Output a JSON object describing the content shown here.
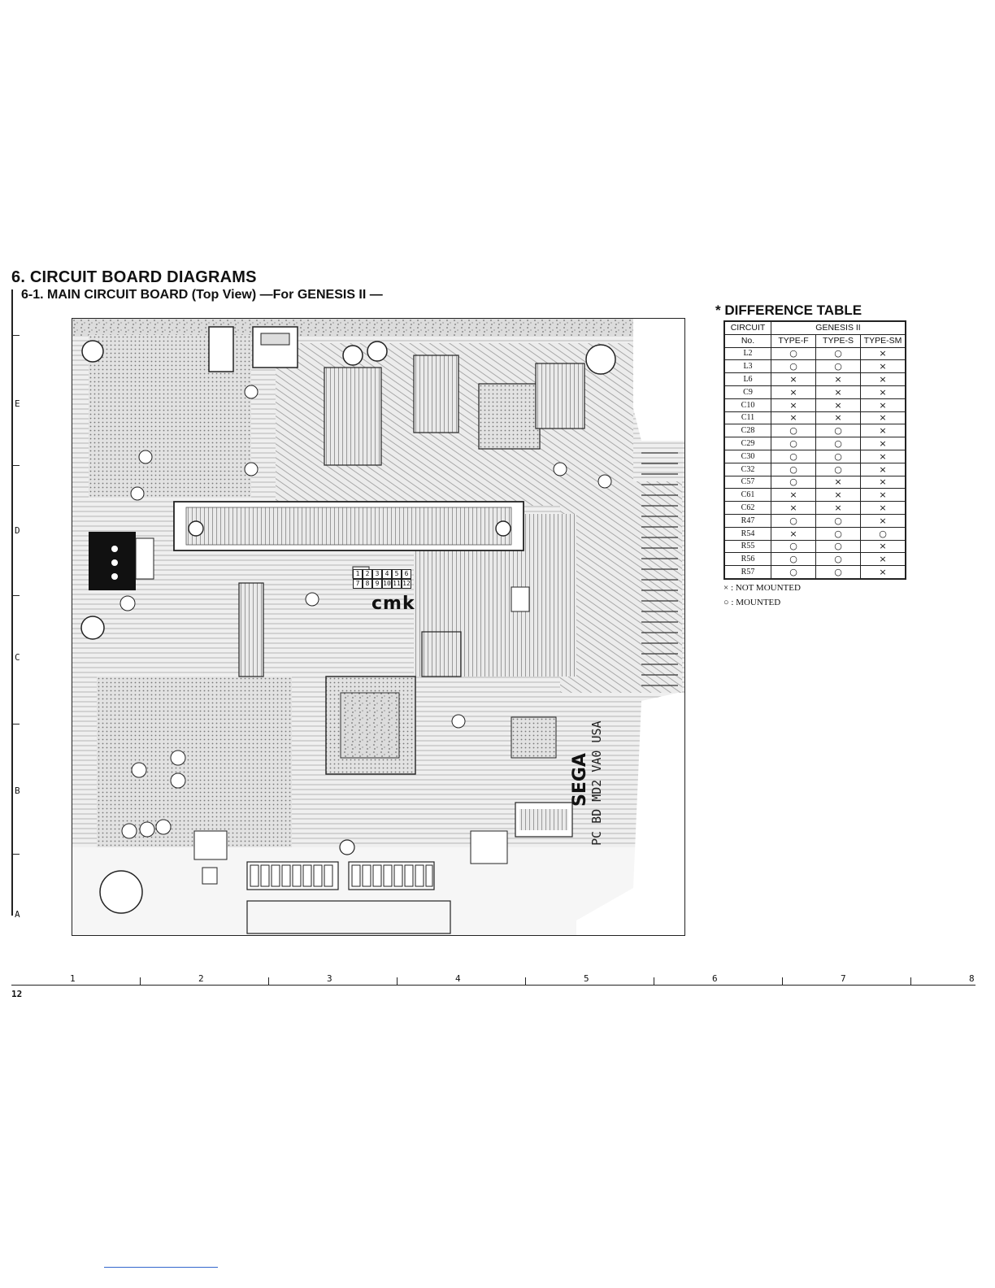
{
  "page": {
    "title": "6. CIRCUIT BOARD DIAGRAMS",
    "subtitle": "6-1. MAIN CIRCUIT BOARD (Top View)   —For GENESIS II —",
    "page_number": "12",
    "row_labels": [
      "E",
      "D",
      "C",
      "B",
      "A"
    ],
    "column_labels": [
      "1",
      "2",
      "3",
      "4",
      "5",
      "6",
      "7",
      "8"
    ]
  },
  "board": {
    "maker_mark": "cmk",
    "brand": "SEGA",
    "pcb_id": "PC BD MD2 VA0 USA",
    "connector_pins_top": [
      "1",
      "2",
      "3",
      "4",
      "5",
      "6"
    ],
    "connector_pins_bottom": [
      "7",
      "8",
      "9",
      "10",
      "11",
      "12"
    ]
  },
  "difference_table": {
    "title": "* DIFFERENCE TABLE",
    "header_circuit": "CIRCUIT",
    "header_no": "No.",
    "header_group": "GENESIS II",
    "columns": [
      "TYPE-F",
      "TYPE-S",
      "TYPE-SM"
    ],
    "rows": [
      {
        "circuit": "L2",
        "values": [
          "○",
          "○",
          "×"
        ]
      },
      {
        "circuit": "L3",
        "values": [
          "○",
          "○",
          "×"
        ]
      },
      {
        "circuit": "L6",
        "values": [
          "×",
          "×",
          "×"
        ]
      },
      {
        "circuit": "C9",
        "values": [
          "×",
          "×",
          "×"
        ]
      },
      {
        "circuit": "C10",
        "values": [
          "×",
          "×",
          "×"
        ]
      },
      {
        "circuit": "C11",
        "values": [
          "×",
          "×",
          "×"
        ]
      },
      {
        "circuit": "C28",
        "values": [
          "○",
          "○",
          "×"
        ]
      },
      {
        "circuit": "C29",
        "values": [
          "○",
          "○",
          "×"
        ]
      },
      {
        "circuit": "C30",
        "values": [
          "○",
          "○",
          "×"
        ]
      },
      {
        "circuit": "C32",
        "values": [
          "○",
          "○",
          "×"
        ]
      },
      {
        "circuit": "C57",
        "values": [
          "○",
          "×",
          "×"
        ]
      },
      {
        "circuit": "C61",
        "values": [
          "×",
          "×",
          "×"
        ]
      },
      {
        "circuit": "C62",
        "values": [
          "×",
          "×",
          "×"
        ]
      },
      {
        "circuit": "R47",
        "values": [
          "○",
          "○",
          "×"
        ]
      },
      {
        "circuit": "R54",
        "values": [
          "×",
          "○",
          "○"
        ]
      },
      {
        "circuit": "R55",
        "values": [
          "○",
          "○",
          "×"
        ]
      },
      {
        "circuit": "R56",
        "values": [
          "○",
          "○",
          "×"
        ]
      },
      {
        "circuit": "R57",
        "values": [
          "○",
          "○",
          "×"
        ]
      }
    ],
    "legend_not_mounted": "× : NOT MOUNTED",
    "legend_mounted": "○ : MOUNTED"
  }
}
